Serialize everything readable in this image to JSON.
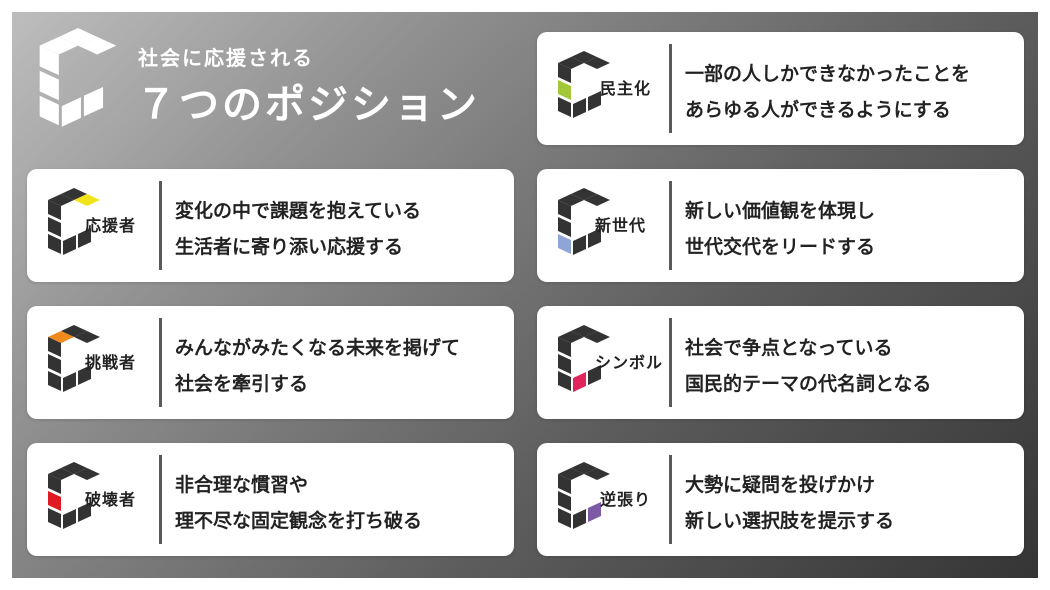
{
  "header": {
    "subtitle": "社会に応援される",
    "title": "７つのポジション"
  },
  "colors": {
    "cube_dark": "#333333",
    "hero_logo": "#ffffff"
  },
  "positions": [
    {
      "role": "民主化",
      "accent": "#a4c639",
      "line1": "一部の人しかできなかったことを",
      "line2": "あらゆる人ができるようにする"
    },
    {
      "role": "応援者",
      "accent": "#f2e41a",
      "line1": "変化の中で課題を抱えている",
      "line2": "生活者に寄り添い応援する"
    },
    {
      "role": "新世代",
      "accent": "#8fa5d6",
      "line1": "新しい価値観を体現し",
      "line2": "世代交代をリードする"
    },
    {
      "role": "挑戦者",
      "accent": "#ef8a1d",
      "line1": "みんながみたくなる未来を掲げて",
      "line2": "社会を牽引する"
    },
    {
      "role": "シンボル",
      "accent": "#e3245c",
      "line1": "社会で争点となっている",
      "line2": "国民的テーマの代名詞となる"
    },
    {
      "role": "破壊者",
      "accent": "#e01a22",
      "line1": "非合理な慣習や",
      "line2": "理不尽な固定観念を打ち破る"
    },
    {
      "role": "逆張り",
      "accent": "#7d5aa6",
      "line1": "大勢に疑問を投げかけ",
      "line2": "新しい選択肢を提示する"
    }
  ]
}
